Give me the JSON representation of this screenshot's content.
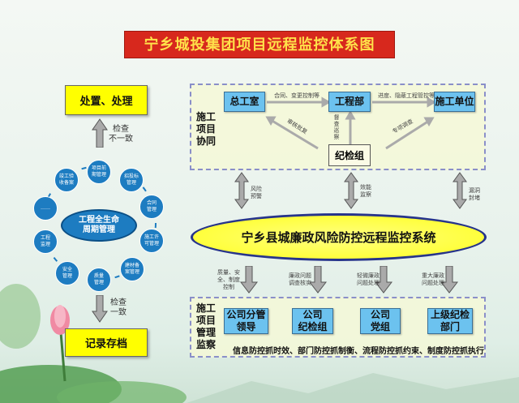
{
  "title": "宁乡城投集团项目远程监控体系图",
  "left": {
    "dispose": "处置、处理",
    "check_mismatch": [
      "检查",
      "不一致"
    ],
    "check_match": [
      "检查",
      "一致"
    ],
    "archive": "记录存档",
    "center": [
      "工程全生命",
      "周期管理"
    ],
    "nodes": [
      [
        "项目前",
        "期管理"
      ],
      [
        "招投标",
        "管理"
      ],
      [
        "合同",
        "管理"
      ],
      [
        "施工许",
        "可管理"
      ],
      [
        "建材备",
        "案管理"
      ],
      [
        "质量",
        "管理"
      ],
      [
        "安全",
        "管理"
      ],
      [
        "工程",
        "监理"
      ],
      [
        "……",
        ""
      ],
      [
        "竣工验",
        "收备案"
      ]
    ]
  },
  "top": {
    "side_label": [
      "施工",
      "项目",
      "协同"
    ],
    "zonggongshi": "总工室",
    "gongchengbu": "工程部",
    "shigong": "施工单位",
    "jijianzu": "纪检组",
    "arrow1": "合同、变更控制等",
    "arrow2": "进度、隐蔽工程管控等",
    "diag_left": "审核批复",
    "vertical": "督查巡察",
    "diag_right": "专项调查"
  },
  "links": [
    [
      "风险",
      "预警"
    ],
    [
      "效能",
      "监察"
    ],
    [
      "漏洞",
      "封堵"
    ]
  ],
  "system": "宁乡县城廉政风险防控远程监控系统",
  "down": [
    [
      "质量、安",
      "全、制度",
      "控制"
    ],
    [
      "廉政问题",
      "调查核实"
    ],
    [
      "轻微廉政",
      "问题处理"
    ],
    [
      "重大廉政",
      "问题处理"
    ]
  ],
  "bottom": {
    "side_label": [
      "施工",
      "项目",
      "管理",
      "监察"
    ],
    "boxes": [
      [
        "公司分管",
        "领导"
      ],
      [
        "公司",
        "纪检组"
      ],
      [
        "公司",
        "党组"
      ],
      [
        "上级纪检",
        "部门"
      ]
    ],
    "text": "信息防控抓时效、部门防控抓制衡、流程防控抓约束、制度防控抓执行"
  }
}
